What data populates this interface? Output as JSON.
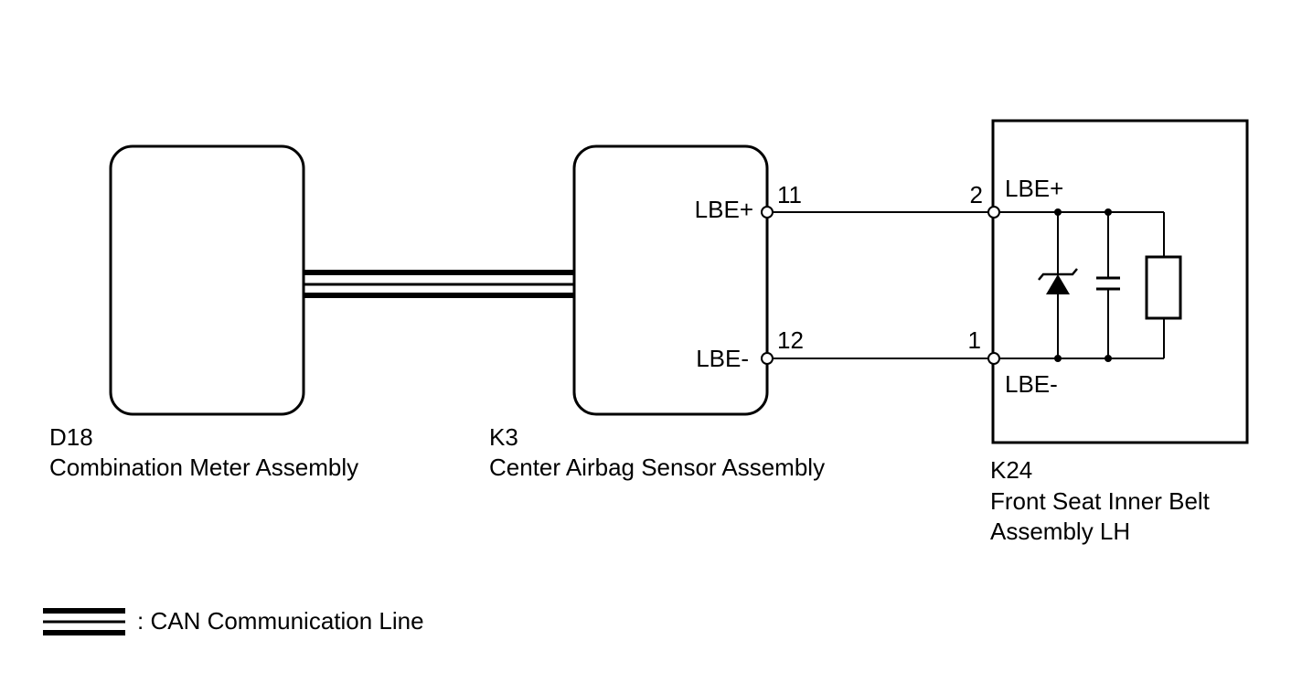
{
  "components": {
    "d18": {
      "code": "D18",
      "name": "Combination Meter Assembly"
    },
    "k3": {
      "code": "K3",
      "name": "Center Airbag Sensor Assembly",
      "pin_top_signal": "LBE+",
      "pin_top_number": "11",
      "pin_bottom_signal": "LBE-",
      "pin_bottom_number": "12"
    },
    "k24": {
      "code": "K24",
      "name_line1": "Front Seat Inner Belt",
      "name_line2": "Assembly LH",
      "pin_top_signal": "LBE+",
      "pin_top_number": "2",
      "pin_bottom_signal": "LBE-",
      "pin_bottom_number": "1"
    }
  },
  "legend": {
    "label": ": CAN Communication Line",
    "icon": "can-bus-triple-line"
  }
}
